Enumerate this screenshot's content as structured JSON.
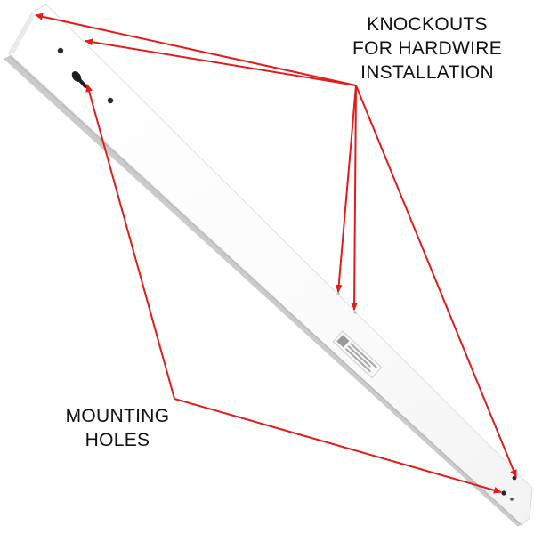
{
  "image": {
    "subject": "light-fixture",
    "background_color": "#ffffff",
    "arrow_color": "#e31b1b"
  },
  "callouts": {
    "knockouts": {
      "line1": "KNOCKOUTS",
      "line2": "FOR HARDWIRE",
      "line3": "INSTALLATION"
    },
    "mounting": {
      "line1": "MOUNTING",
      "line2": "HOLES"
    }
  }
}
